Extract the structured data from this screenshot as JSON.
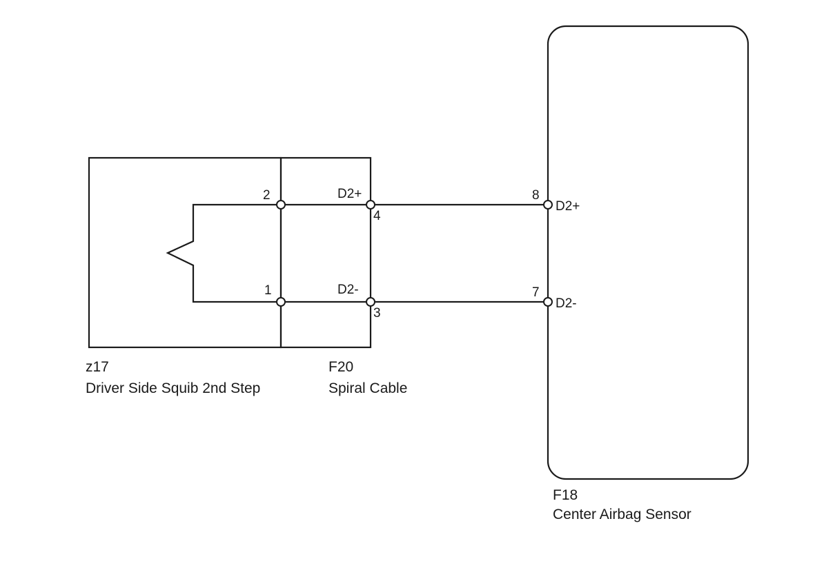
{
  "components": {
    "squib": {
      "code": "z17",
      "name": "Driver Side Squib 2nd Step"
    },
    "spiral_cable": {
      "code": "F20",
      "name": "Spiral Cable"
    },
    "airbag_sensor": {
      "code": "F18",
      "name": "Center Airbag Sensor"
    }
  },
  "pins": {
    "squib_plus": "2",
    "squib_minus": "1",
    "spiral_plus": "4",
    "spiral_minus": "3",
    "sensor_plus": "8",
    "sensor_minus": "7"
  },
  "signals": {
    "spiral_plus": "D2+",
    "spiral_minus": "D2-",
    "sensor_plus": "D2+",
    "sensor_minus": "D2-"
  }
}
